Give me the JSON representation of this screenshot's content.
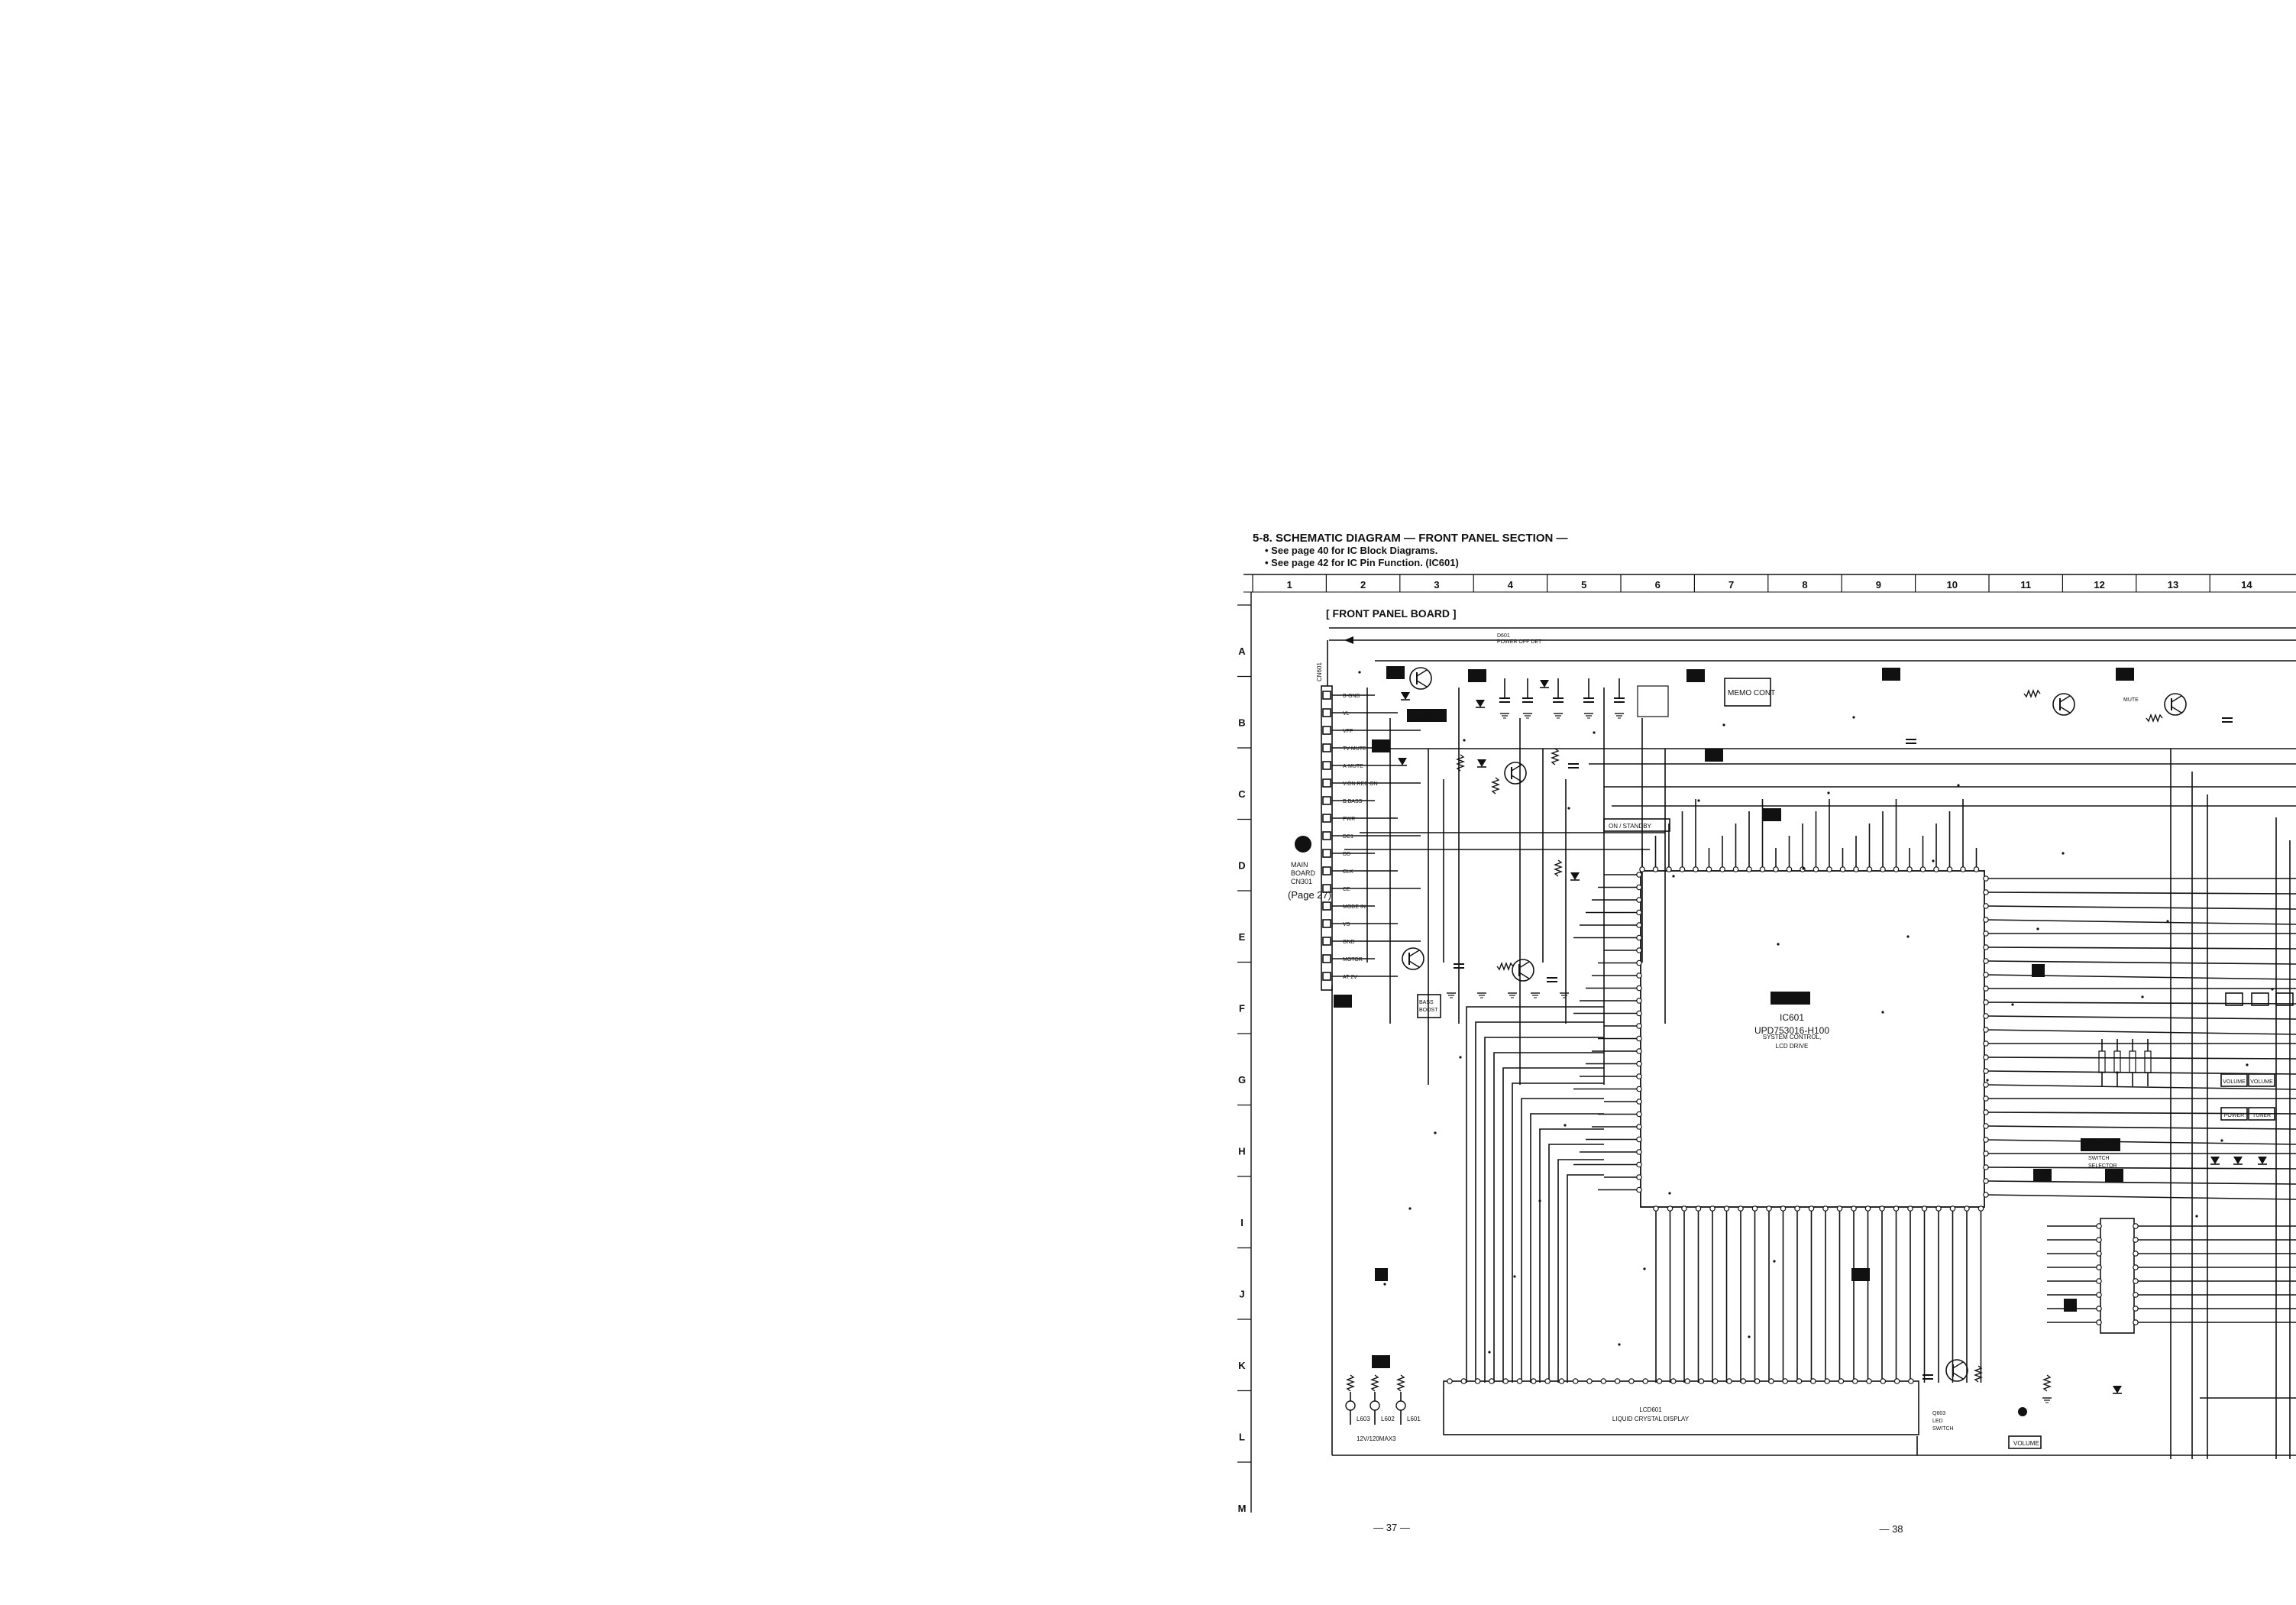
{
  "header": {
    "title": "5-8. SCHEMATIC DIAGRAM — FRONT PANEL SECTION —",
    "notes": [
      "• See page 40 for IC Block Diagrams.",
      "• See page 42 for IC Pin Function. (IC601)"
    ]
  },
  "grid": {
    "columns": [
      "1",
      "2",
      "3",
      "4",
      "5",
      "6",
      "7",
      "8",
      "9",
      "10",
      "11",
      "12",
      "13",
      "14"
    ],
    "rows": [
      "A",
      "B",
      "C",
      "D",
      "E",
      "F",
      "G",
      "H",
      "I",
      "J",
      "K",
      "L",
      "M"
    ]
  },
  "board_label": "[ FRONT PANEL BOARD ]",
  "connector": {
    "name": "CN601",
    "pins": [
      "B-GND",
      "VL",
      "VFF",
      "TV MUTE",
      "A-MUTE",
      "V.ON.REC ON",
      "B.BASS",
      "PWR",
      "DC1",
      "DD",
      "CLK",
      "CE",
      "MODE IN",
      "VS",
      "GND",
      "MOTOR",
      "AT 2V"
    ]
  },
  "main_board_ref": {
    "badge": "A",
    "lines": [
      "MAIN",
      "BOARD",
      "CN301"
    ],
    "page_note": "(Page 27)"
  },
  "ics": {
    "ic601": {
      "badge": "IC601",
      "lines": [
        "IC601",
        "UPD753016-H100",
        "SYSTEM CONTROL,",
        "LCD DRIVE"
      ]
    },
    "ic602": {
      "badge": "IC602",
      "lines": [
        "SWITCH",
        "SELECTOR"
      ]
    },
    "ic603": {
      "badge": "IC603"
    }
  },
  "lcd": {
    "lines": [
      "LCD601",
      "LIQUID CRYSTAL DISPLAY"
    ]
  },
  "parts": {
    "power_off": [
      "D601",
      "POWER OFF DET"
    ],
    "on_standby": "ON / STANDBY",
    "bass_boost": [
      "BASS",
      "BOOST"
    ],
    "memo_cont": "MEMO  CONT",
    "mute": "MUTE",
    "volume": "VOLUME",
    "led_switch": [
      "Q603",
      "LED",
      "SWITCH"
    ],
    "lamp": "12V/120MAX3",
    "lamps": [
      "L603",
      "L602",
      "L601"
    ]
  },
  "bplus": "B+",
  "keys": [
    "POWER",
    "TUNER",
    "VOLUME",
    "VOLUME"
  ],
  "page_numbers": [
    "— 37 —",
    "— 38"
  ]
}
